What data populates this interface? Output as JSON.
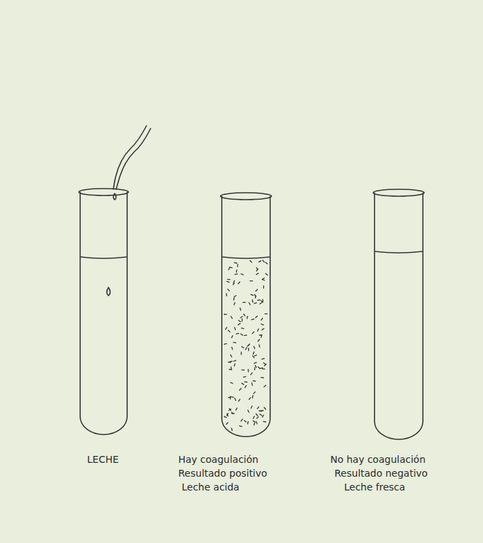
{
  "diagram": {
    "labels": [
      "LECHE",
      "Hay coagulación",
      "Resultado positivo",
      "Leche acida",
      "No hay coagulación",
      "Resultado negativo",
      "Leche fresca"
    ]
  }
}
